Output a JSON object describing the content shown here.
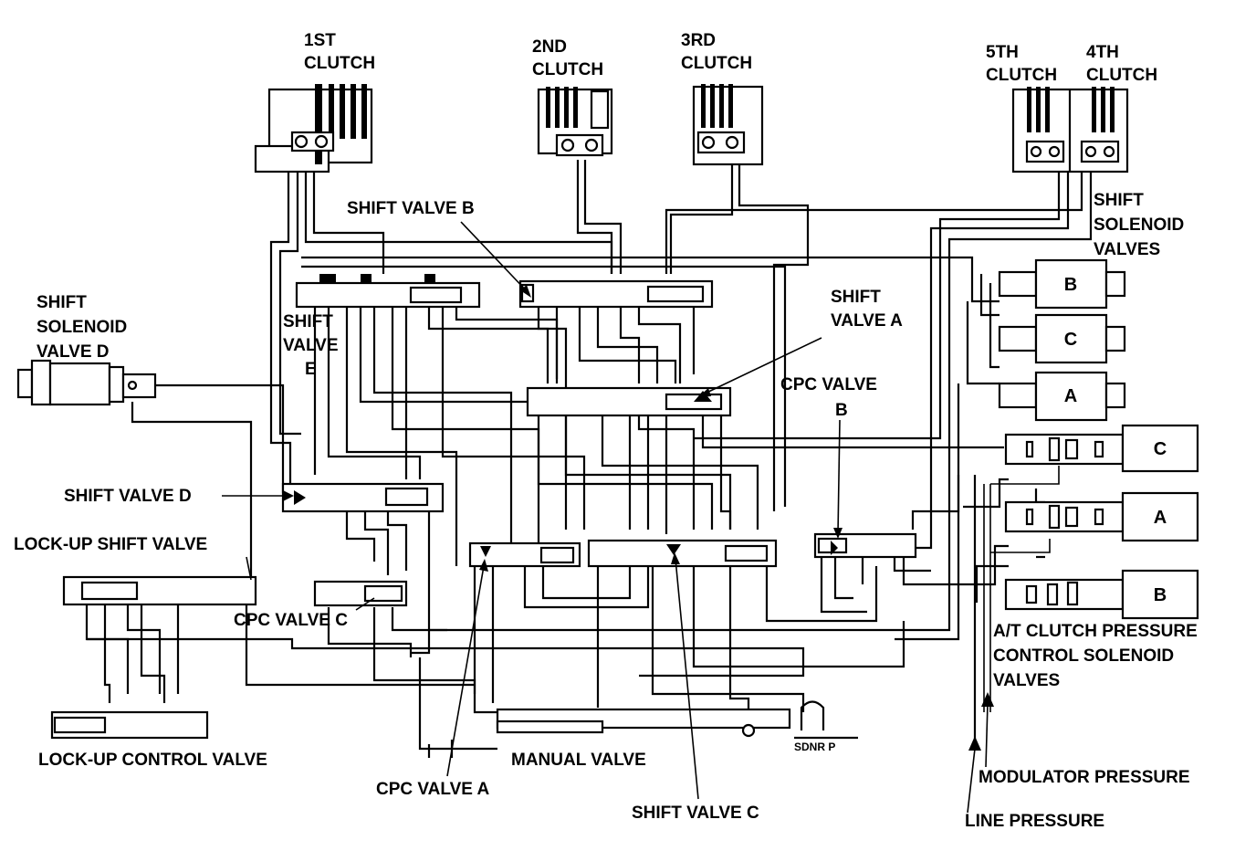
{
  "labels": {
    "clutch_1": [
      "1ST",
      "CLUTCH"
    ],
    "clutch_2": [
      "2ND",
      "CLUTCH"
    ],
    "clutch_3": [
      "3RD",
      "CLUTCH"
    ],
    "clutch_5": [
      "5TH",
      "CLUTCH"
    ],
    "clutch_4": [
      "4TH",
      "CLUTCH"
    ],
    "shift_solenoid_valves": [
      "SHIFT",
      "SOLENOID",
      "VALVES"
    ],
    "shift_solenoid_valve_d": [
      "SHIFT",
      "SOLENOID",
      "VALVE D"
    ],
    "shift_valve_b": "SHIFT VALVE B",
    "shift_valve_a": [
      "SHIFT",
      "VALVE A"
    ],
    "shift_valve_e": [
      "SHIFT",
      "VALVE",
      "E"
    ],
    "cpc_valve_b": [
      "CPC VALVE",
      "B"
    ],
    "shift_valve_d": "SHIFT VALVE D",
    "lockup_shift_valve": "LOCK-UP SHIFT VALVE",
    "cpc_valve_c": "CPC VALVE C",
    "lockup_control_valve": "LOCK-UP CONTROL VALVE",
    "manual_valve": "MANUAL VALVE",
    "cpc_valve_a": "CPC VALVE A",
    "shift_valve_c": "SHIFT VALVE C",
    "at_clutch_pcs": [
      "A/T CLUTCH PRESSURE",
      "CONTROL SOLENOID",
      "VALVES"
    ],
    "modulator_pressure": "MODULATOR PRESSURE",
    "line_pressure": "LINE PRESSURE",
    "manual_positions": "SDNR  P"
  },
  "solenoids": {
    "shift": [
      "B",
      "C",
      "A"
    ],
    "pressure_control": [
      "C",
      "A",
      "B"
    ]
  }
}
